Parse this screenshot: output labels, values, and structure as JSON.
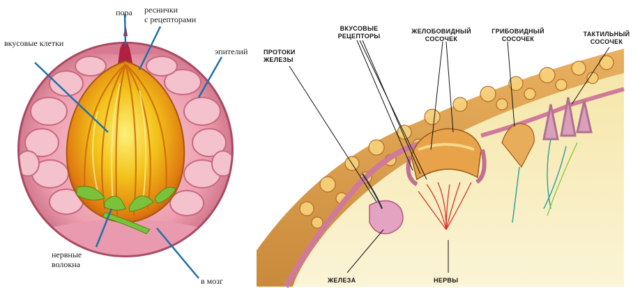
{
  "left_diagram": {
    "labels": {
      "pore": "пора",
      "cilia_line1": "реснички",
      "cilia_line2": "с рецепторами",
      "taste_cells": "вкусовые клетки",
      "epithelium": "эпителий",
      "nerve_fibers_line1": "нервные",
      "nerve_fibers_line2": "волокна",
      "to_brain": "в мозг"
    }
  },
  "right_diagram": {
    "labels": {
      "taste_receptors_line1": "ВКУСОВЫЕ",
      "taste_receptors_line2": "РЕЦЕПТОРЫ",
      "vallate_line1": "ЖЕЛОБОВИДНЫЙ",
      "vallate_line2": "СОСОЧЕК",
      "fungiform_line1": "ГРИБОВИДНЫЙ",
      "fungiform_line2": "СОСОЧЕК",
      "tactile_line1": "ТАКТИЛЬНЫЙ",
      "tactile_line2": "СОСОЧЕК",
      "ducts_line1": "ПРОТОКИ",
      "ducts_line2": "ЖЕЛЕЗЫ",
      "gland": "ЖЕЛЕЗА",
      "nerves": "НЕРВЫ"
    }
  },
  "colors": {
    "pointer_blue": "#1f6fa8",
    "bud_yellow": "#f2c21a",
    "bud_orange": "#e07a10",
    "tissue_pink": "#f0b6c0",
    "nerve_green": "#7cc13a",
    "nerve_red": "#d8342c",
    "nerve_teal": "#2a9c9a"
  }
}
